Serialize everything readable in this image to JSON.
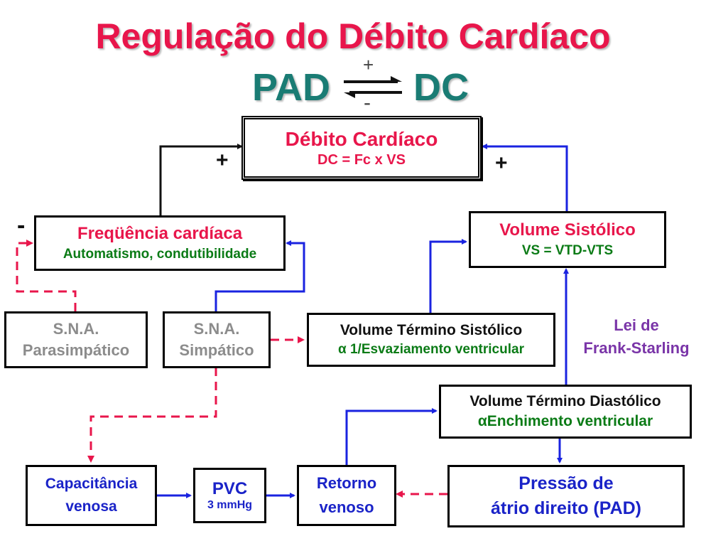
{
  "title": "Regulação do Débito Cardíaco",
  "header": {
    "left": "PAD",
    "right": "DC",
    "plus": "+",
    "minus": "-"
  },
  "boxes": {
    "dc": {
      "title": "Débito Cardíaco",
      "formula": "DC = Fc x VS"
    },
    "fc": {
      "title": "Freqüência cardíaca",
      "subtitle": "Automatismo, condutibilidade"
    },
    "vs": {
      "title": "Volume Sistólico",
      "subtitle": "VS = VTD-VTS"
    },
    "sna_para": {
      "line1": "S.N.A.",
      "line2": "Parasimpático"
    },
    "sna_simp": {
      "line1": "S.N.A.",
      "line2": "Simpático"
    },
    "vts": {
      "title": "Volume Término Sistólico",
      "subtitle": "α  1/Esvaziamento ventricular"
    },
    "vtd": {
      "title": "Volume Término Diastólico",
      "subtitle": "αEnchimento ventricular"
    },
    "cap": {
      "line1": "Capacitância",
      "line2": "venosa"
    },
    "pvc": {
      "line1": "PVC",
      "line2": "3 mmHg"
    },
    "retorno": {
      "line1": "Retorno",
      "line2": "venoso"
    },
    "pad": {
      "line1": "Pressão de",
      "line2": "átrio direito (PAD)"
    }
  },
  "annotations": {
    "plus_left": "+",
    "plus_right": "+",
    "minus_fc": "-",
    "frank_starling_line1": "Lei de",
    "frank_starling_line2": "Frank-Starling"
  },
  "colors": {
    "title": "#e8164b",
    "header": "#1a7c74",
    "blue_arrow": "#1a23e0",
    "red_dash": "#e8164b",
    "green_text": "#0b7b16",
    "purple_text": "#7a35a8"
  }
}
